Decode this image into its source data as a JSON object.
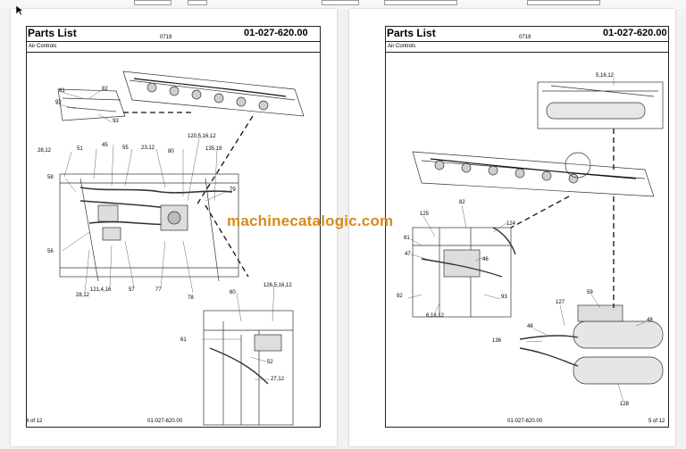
{
  "viewer": {
    "cursor_icon": "arrow-cursor-icon"
  },
  "watermark": "machinecatalogic.com",
  "pages": [
    {
      "title": "Parts List",
      "code": "0719",
      "doc_number": "01-027-620.00",
      "section": "Air Controls",
      "footer_left": "4 of 12",
      "footer_center": "01-027-620.00",
      "callouts": [
        "81",
        "82",
        "92",
        "93",
        "28,12",
        "51",
        "45",
        "55",
        "23,12",
        "80",
        "120,5,16,12",
        "135,19",
        "58",
        "79",
        "56",
        "57",
        "77",
        "78",
        "28,12",
        "121,4,16",
        "60",
        "126,5,16,12",
        "61",
        "52",
        "27,12"
      ]
    },
    {
      "title": "Parts List",
      "code": "0719",
      "doc_number": "01-027-620.00",
      "section": "Air Controls",
      "footer_center": "01-027-620.00",
      "footer_right": "5 of 12",
      "callouts": [
        "5,16,12",
        "82",
        "125",
        "124",
        "81",
        "47",
        "46",
        "92",
        "93",
        "6,16,12",
        "59",
        "48",
        "127",
        "136",
        "48",
        "128"
      ]
    }
  ],
  "colors": {
    "watermark": "#d98a1a",
    "frame": "#222222",
    "page": "#ffffff"
  }
}
